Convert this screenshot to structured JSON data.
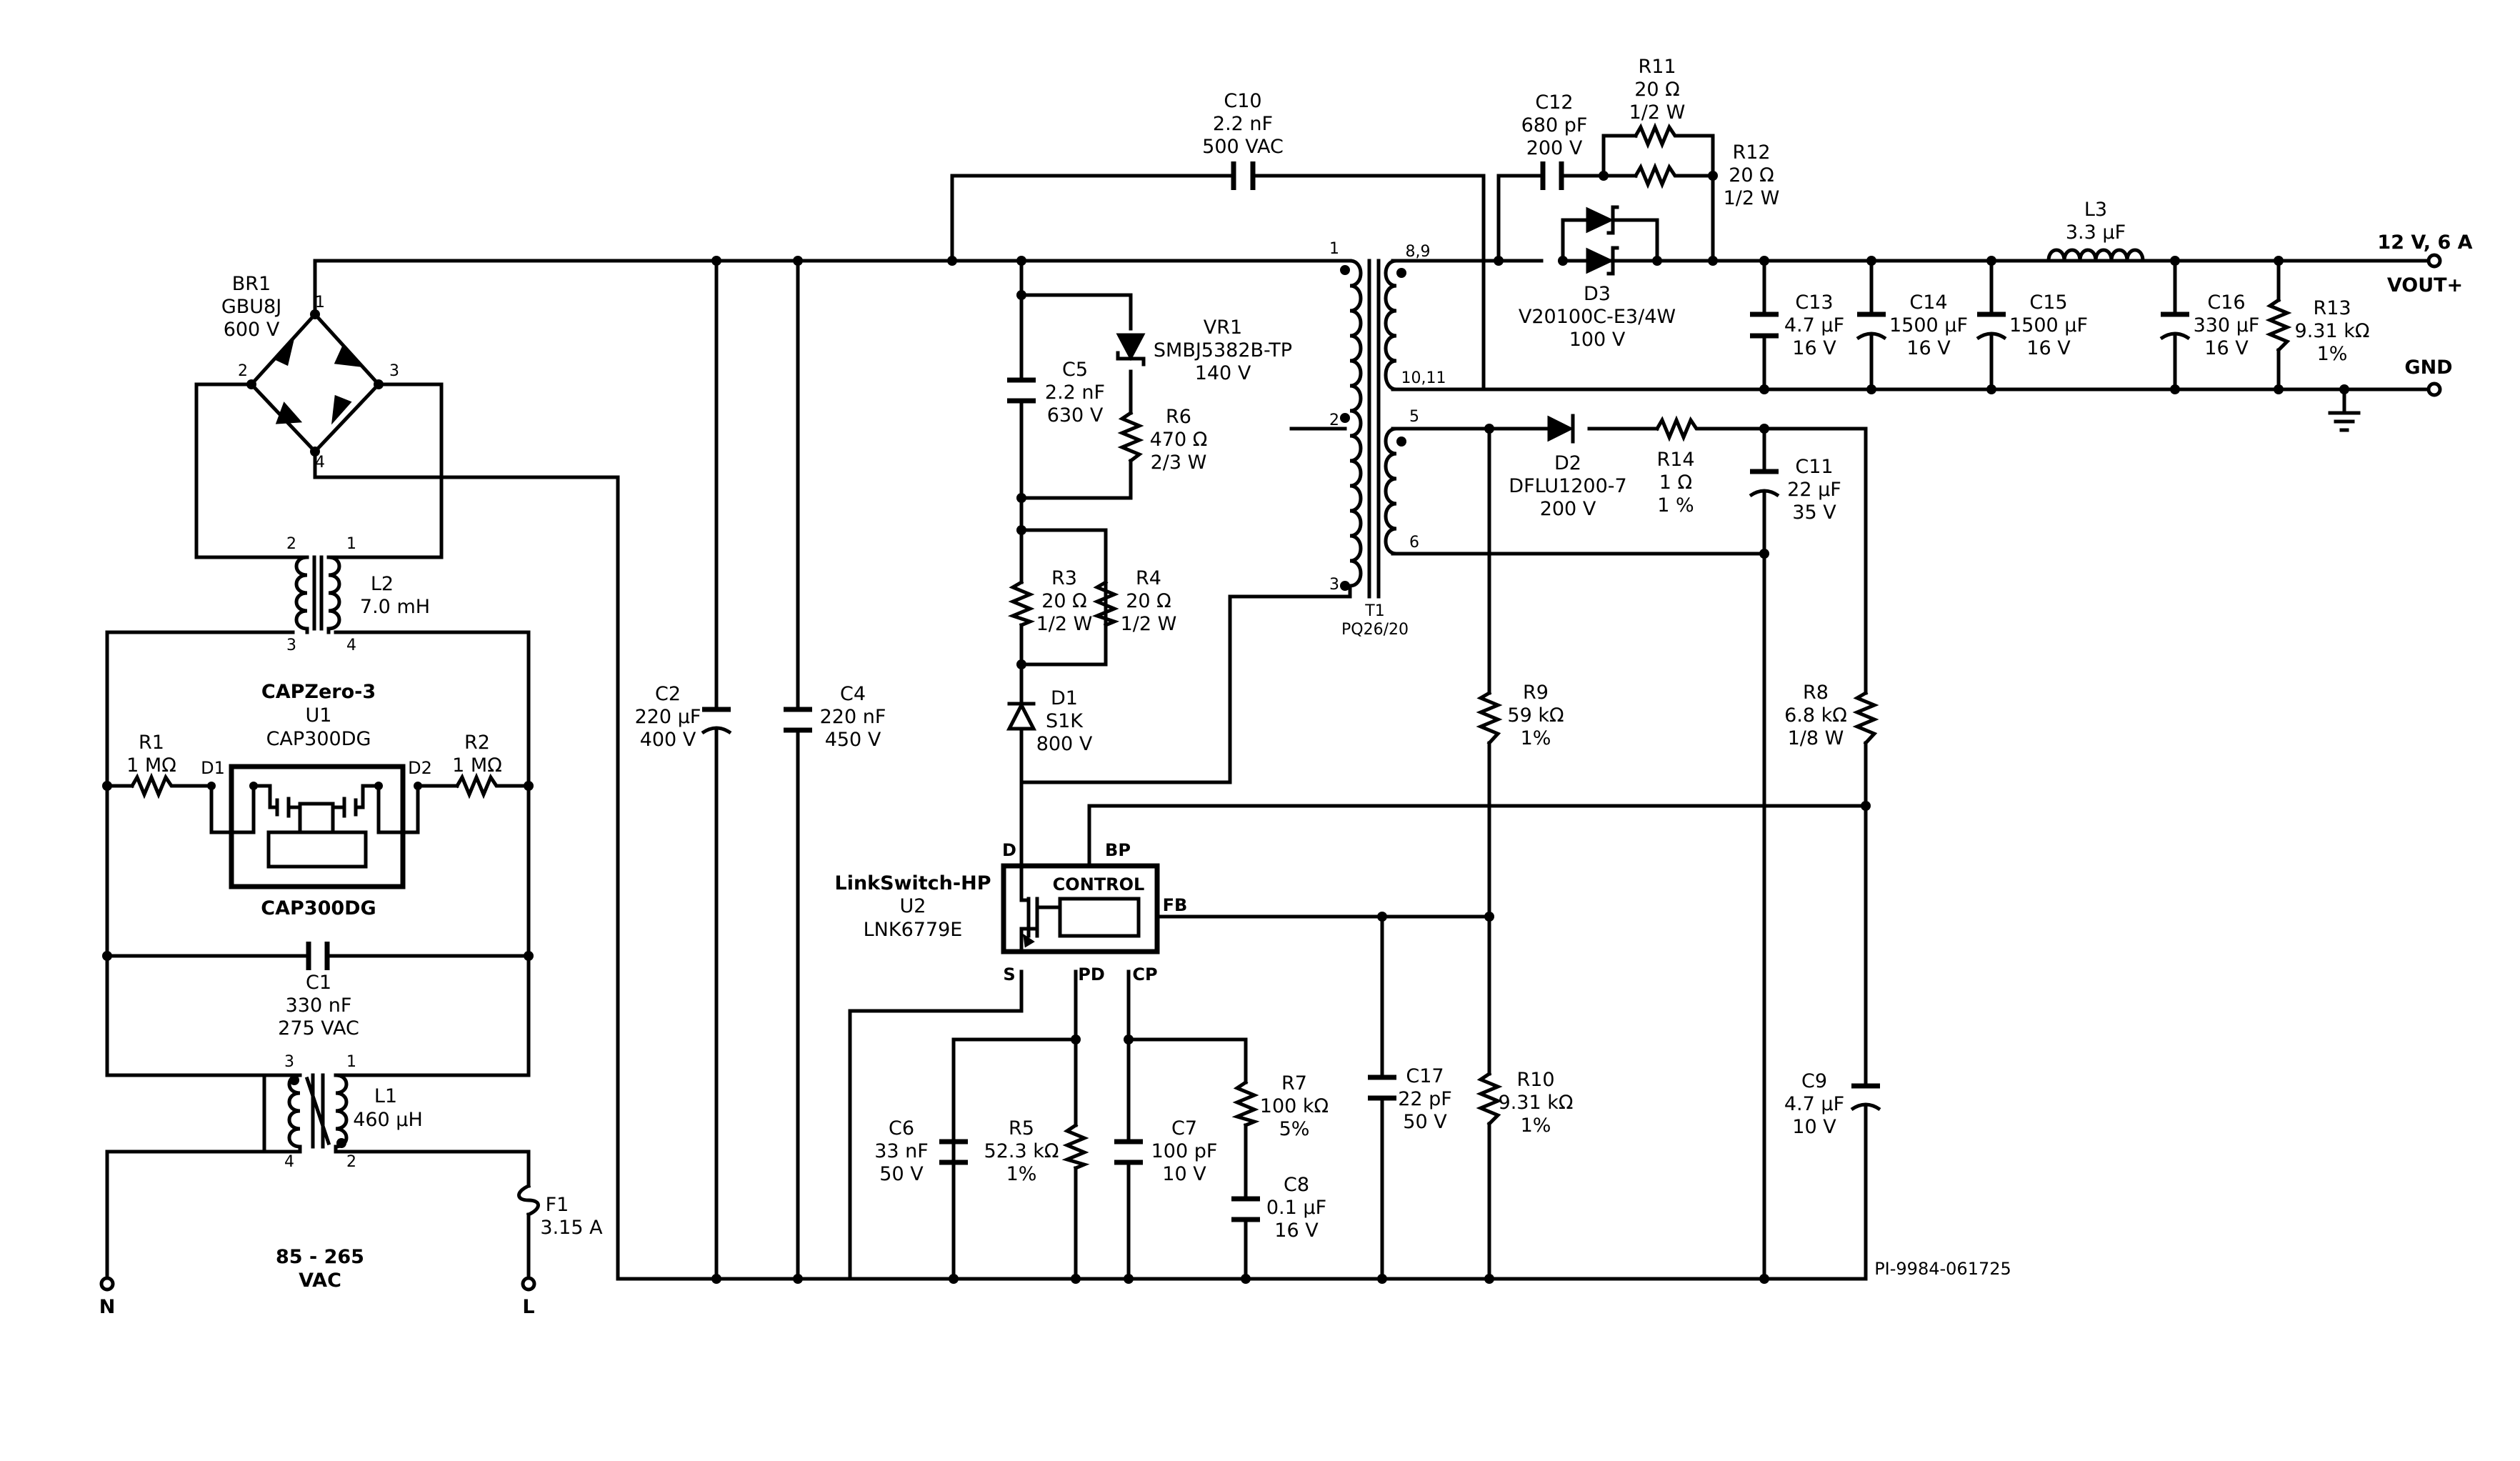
{
  "source": {
    "label": "85 - 265",
    "label2": "VAC",
    "neutral": "N",
    "line": "L"
  },
  "F1": {
    "ref": "F1",
    "value": "3.15 A"
  },
  "L1": {
    "ref": "L1",
    "value": "460 µH",
    "pins": [
      "3",
      "1",
      "4",
      "2"
    ]
  },
  "C1": {
    "ref": "C1",
    "value": "330 nF",
    "rating": "275 VAC"
  },
  "U1": {
    "title": "CAPZero-3",
    "ref": "U1",
    "part": "CAP300DG",
    "label": "CAP300DG",
    "d1": "D1",
    "d2": "D2"
  },
  "R1": {
    "ref": "R1",
    "value": "1 MΩ"
  },
  "R2": {
    "ref": "R2",
    "value": "1 MΩ"
  },
  "L2": {
    "ref": "L2",
    "value": "7.0 mH",
    "pins": [
      "2",
      "1",
      "3",
      "4"
    ]
  },
  "BR1": {
    "ref": "BR1",
    "part": "GBU8J",
    "rating": "600 V",
    "pins": [
      "1",
      "2",
      "3",
      "4"
    ]
  },
  "C2": {
    "ref": "C2",
    "value": "220 µF",
    "rating": "400 V"
  },
  "C4": {
    "ref": "C4",
    "value": "220 nF",
    "rating": "450 V"
  },
  "C10": {
    "ref": "C10",
    "value": "2.2 nF",
    "rating": "500 VAC"
  },
  "C5": {
    "ref": "C5",
    "value": "2.2 nF",
    "rating": "630 V"
  },
  "VR1": {
    "ref": "VR1",
    "part": "SMBJ5382B-TP",
    "rating": "140 V"
  },
  "R6": {
    "ref": "R6",
    "value": "470 Ω",
    "rating": "2/3 W"
  },
  "R3": {
    "ref": "R3",
    "value": "20 Ω",
    "rating": "1/2 W"
  },
  "R4": {
    "ref": "R4",
    "value": "20 Ω",
    "rating": "1/2 W"
  },
  "D1": {
    "ref": "D1",
    "part": "S1K",
    "rating": "800 V"
  },
  "U2": {
    "title": "LinkSwitch-HP",
    "ref": "U2",
    "part": "LNK6779E",
    "control": "CONTROL",
    "pins": {
      "d": "D",
      "bp": "BP",
      "fb": "FB",
      "s": "S",
      "pd": "PD",
      "cp": "CP"
    }
  },
  "T1": {
    "ref": "T1",
    "core": "PQ26/20",
    "pins": [
      "1",
      "2",
      "3",
      "8,9",
      "10,11",
      "5",
      "6"
    ]
  },
  "C12": {
    "ref": "C12",
    "value": "680 pF",
    "rating": "200 V"
  },
  "R11": {
    "ref": "R11",
    "value": "20 Ω",
    "rating": "1/2 W"
  },
  "R12": {
    "ref": "R12",
    "value": "20 Ω",
    "rating": "1/2 W"
  },
  "D3": {
    "ref": "D3",
    "part": "V20100C-E3/4W",
    "rating": "100 V"
  },
  "C13": {
    "ref": "C13",
    "value": "4.7 µF",
    "rating": "16 V"
  },
  "C14": {
    "ref": "C14",
    "value": "1500 µF",
    "rating": "16 V"
  },
  "C15": {
    "ref": "C15",
    "value": "1500 µF",
    "rating": "16 V"
  },
  "L3": {
    "ref": "L3",
    "value": "3.3 µF"
  },
  "C16": {
    "ref": "C16",
    "value": "330 µF",
    "rating": "16 V"
  },
  "R13": {
    "ref": "R13",
    "value": "9.31 kΩ",
    "rating": "1%"
  },
  "output": {
    "rating": "12 V, 6 A",
    "pos": "VOUT+",
    "gnd": "GND"
  },
  "D2": {
    "ref": "D2",
    "part": "DFLU1200-7",
    "rating": "200 V"
  },
  "R14": {
    "ref": "R14",
    "value": "1 Ω",
    "rating": "1 %"
  },
  "C11": {
    "ref": "C11",
    "value": "22 µF",
    "rating": "35 V"
  },
  "R9": {
    "ref": "R9",
    "value": "59 kΩ",
    "rating": "1%"
  },
  "R8": {
    "ref": "R8",
    "value": "6.8 kΩ",
    "rating": "1/8 W"
  },
  "C6": {
    "ref": "C6",
    "value": "33 nF",
    "rating": "50 V"
  },
  "R5": {
    "ref": "R5",
    "value": "52.3 kΩ",
    "rating": "1%"
  },
  "C7": {
    "ref": "C7",
    "value": "100 pF",
    "rating": "10 V"
  },
  "R7": {
    "ref": "R7",
    "value": "100 kΩ",
    "rating": "5%"
  },
  "C8": {
    "ref": "C8",
    "value": "0.1 µF",
    "rating": "16 V"
  },
  "C17": {
    "ref": "C17",
    "value": "22 pF",
    "rating": "50 V"
  },
  "R10": {
    "ref": "R10",
    "value": "9.31 kΩ",
    "rating": "1%"
  },
  "C9": {
    "ref": "C9",
    "value": "4.7 µF",
    "rating": "10 V"
  },
  "doc_id": "PI-9984-061725"
}
